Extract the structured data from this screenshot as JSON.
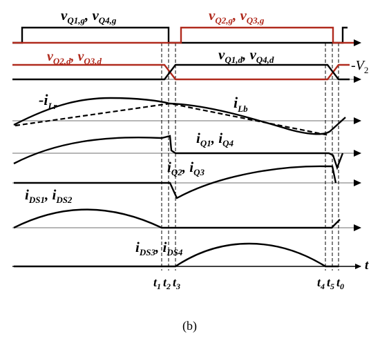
{
  "colors": {
    "black": "#000000",
    "red": "#b02a1d",
    "axis": "#8a8a8a"
  },
  "signals": {
    "vq14g": {
      "main": "v",
      "sub1": "Q1,g",
      "sep": ", ",
      "main2": "v",
      "sub2": "Q4,g"
    },
    "vq23g": {
      "main": "v",
      "sub1": "Q2,g",
      "sep": ", ",
      "main2": "v",
      "sub2": "Q3,g"
    },
    "vq23d": {
      "main": "v",
      "sub1": "Q2,d",
      "sep": ", ",
      "main2": "v",
      "sub2": "Q3,d"
    },
    "vq14d": {
      "main": "v",
      "sub1": "Q1,d",
      "sep": ", ",
      "main2": "v",
      "sub2": "Q4,d"
    },
    "v2": {
      "prefix": "-",
      "main": "V",
      "sub": "2"
    },
    "ilr": {
      "prefix": "-",
      "main": "i",
      "sub": "Lr"
    },
    "ilb": {
      "main": "i",
      "sub": "Lb"
    },
    "iq14": {
      "main": "i",
      "sub1": "Q1",
      "sep": ", ",
      "main2": "i",
      "sub2": "Q4"
    },
    "iq23": {
      "main": "i",
      "sub1": "Q2",
      "sep": ", ",
      "main2": "i",
      "sub2": "Q3"
    },
    "ids12": {
      "main": "i",
      "sub1": "DS1",
      "sep": ", ",
      "main2": "i",
      "sub2": "DS2"
    },
    "ids34": {
      "main": "i",
      "sub1": "DS3",
      "sep": ", ",
      "main2": "i",
      "sub2": "DS4"
    }
  },
  "time_axis": {
    "label": "t",
    "instants": [
      {
        "main": "t",
        "sub": "1"
      },
      {
        "main": "t",
        "sub": "2"
      },
      {
        "main": "t",
        "sub": "3"
      },
      {
        "main": "t",
        "sub": "4"
      },
      {
        "main": "t",
        "sub": "5"
      },
      {
        "main": "t",
        "sub": "0"
      }
    ]
  },
  "caption": "(b)"
}
